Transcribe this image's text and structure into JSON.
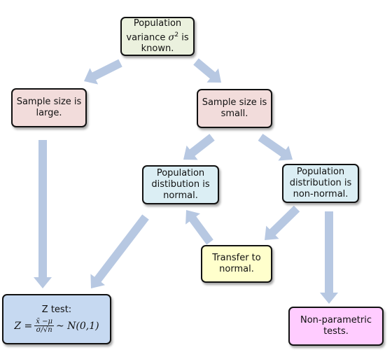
{
  "colors": {
    "arrow": "#b7c8e2",
    "root": "#ebf1de",
    "sample": "#f2dcdb",
    "distribution": "#dbeef4",
    "transfer": "#ffffcc",
    "ztest": "#c6d9f1",
    "nonparam": "#ffccff",
    "border": "#111111"
  },
  "nodes": {
    "root": {
      "line1": "Population",
      "line2_prefix": "variance",
      "symbol": "σ",
      "superscript": "2",
      "line2_suffix": "is",
      "line3": "known."
    },
    "large": {
      "line1": "Sample size is",
      "line2": "large."
    },
    "small": {
      "line1": "Sample size is",
      "line2": "small."
    },
    "normal": {
      "line1": "Population",
      "line2": "distibution is",
      "line3": "normal."
    },
    "nonnormal": {
      "line1": "Population",
      "line2": "distribution is",
      "line3": "non-normal."
    },
    "transfer": {
      "line1": "Transfer to",
      "line2": "normal."
    },
    "ztest": {
      "title": "Z test:",
      "lhs": "Z =",
      "numerator": "x̄ −μ",
      "denominator": "σ/√n",
      "rhs": "~ N(0,1)"
    },
    "nonparam": {
      "line1": "Non-parametric",
      "line2": "tests."
    }
  }
}
